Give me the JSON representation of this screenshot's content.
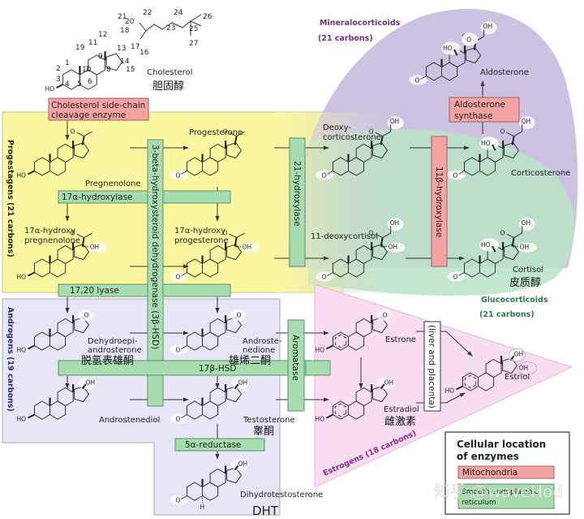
{
  "title": "Steroidogenesis pathway",
  "colors": {
    "progestagens_bg": "#fbf7a0",
    "androgens_bg": "#e6e6f7",
    "mineralocorticoids_bg": "#c9bde0",
    "glucocorticoids_bg": "#b8e3c6",
    "estrogens_bg": "#f8dcf2",
    "mitochondria": "#f4a3a3",
    "smooth_er": "#a8ddb0",
    "mineral_text": "#7a2a8a",
    "gluco_text": "#2f7a4a",
    "andro_text": "#2a2a8a",
    "estro_text": "#8a2a8a"
  },
  "groups": {
    "progestagens": "Progestagens (21 carbons)",
    "androgens": "Androgens (19 carbons)",
    "mineralocorticoids_1": "Mineralocorticoids",
    "mineralocorticoids_2": "(21 carbons)",
    "glucocorticoids_1": "Glucocorticoids",
    "glucocorticoids_2": "(21 carbons)",
    "estrogens": "Estrogens (18 carbons)"
  },
  "compounds": {
    "cholesterol": {
      "name": "Cholesterol",
      "cn": "胆固醇"
    },
    "pregnenolone": {
      "name": "Pregnenolone"
    },
    "progesterone": {
      "name": "Progesterone"
    },
    "hydroxypregnenolone": {
      "name1": "17α-hydroxy",
      "name2": "pregnenolone"
    },
    "hydroxyprogesterone": {
      "name1": "17α-hydroxy",
      "name2": "progesterone"
    },
    "deoxycorticosterone": {
      "name1": "Deoxy-",
      "name2": "corticosterone"
    },
    "deoxycortisol": {
      "name": "11-deoxycortisol"
    },
    "corticosterone": {
      "name": "Corticosterone"
    },
    "cortisol": {
      "name": "Cortisol",
      "cn": "皮质醇"
    },
    "aldosterone": {
      "name": "Aldosterone"
    },
    "dhea": {
      "name1": "Dehydroepi-",
      "name2": "androsterone",
      "cn": "脱氢表雄酮"
    },
    "androstenedione": {
      "name1": "Androste-",
      "name2": "nedione",
      "cn": "雄烯二酮"
    },
    "androstenediol": {
      "name": "Androstenediol"
    },
    "testosterone": {
      "name": "Testosterone",
      "cn": "睾酮"
    },
    "dht": {
      "name": "Dihydrotestosterone",
      "abbr": "DHT"
    },
    "estrone": {
      "name": "Estrone"
    },
    "estradiol": {
      "name": "Estradiol",
      "cn": "雌激素"
    },
    "estriol": {
      "name": "Estriol"
    }
  },
  "enzymes": {
    "scc1": "Cholesterol side-chain",
    "scc2": "cleavage enzyme",
    "hydroxylase17": "17α-hydroxylase",
    "lyase": "17,20 lyase",
    "hsd3b": "3-beta-hydroxysteroid dehydrogenase (3β-HSD)",
    "hydroxylase21": "21-hydroxylase",
    "hydroxylase11b": "11β-hydroxylase",
    "aldo1": "Aldosterone",
    "aldo2": "synthase",
    "hsd17b": "17β-HSD",
    "aromatase": "Aromatase",
    "reductase": "5α-reductase",
    "liver": "(liver and placenta)"
  },
  "atoms": {
    "ho": "HO",
    "o": "O",
    "oh": "OH",
    "h": "H"
  },
  "carbon_numbers": [
    "1",
    "2",
    "3",
    "4",
    "5",
    "6",
    "7",
    "8",
    "9",
    "10",
    "11",
    "12",
    "13",
    "14",
    "15",
    "16",
    "17",
    "18",
    "19",
    "20",
    "21",
    "22",
    "23",
    "24",
    "25",
    "26",
    "27"
  ],
  "legend": {
    "title1": "Cellular location",
    "title2": "of enzymes",
    "mitochondria": "Mitochondria",
    "ser1": "Smooth endoplasmic",
    "ser2": "reticulum"
  },
  "watermark": "知乎 @waveHod"
}
